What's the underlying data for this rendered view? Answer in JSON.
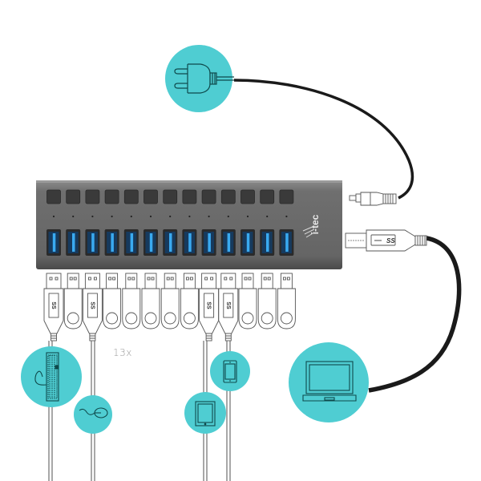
{
  "colors": {
    "teal": "#4fcdd2",
    "teal_stroke": "#0f4a4c",
    "hub_body": "#6b6b6b",
    "hub_body_light": "#8a8a8a",
    "button": "#3b3b3b",
    "port_blue": "#2a8fd6",
    "cable_black": "#1a1a1a",
    "line_gray": "#6e6e6e"
  },
  "hub": {
    "brand": "i-tec",
    "port_count": 13,
    "switch_count": 13
  },
  "annotation": {
    "count_label": "13x"
  },
  "connectors": {
    "usb_b_logo": "SS",
    "usb_a_logo": "SS"
  },
  "devices": [
    {
      "name": "power-adapter",
      "icon": "power-plug-icon"
    },
    {
      "name": "laptop",
      "icon": "laptop-icon"
    },
    {
      "name": "keyboard",
      "icon": "keyboard-icon"
    },
    {
      "name": "mouse",
      "icon": "mouse-icon"
    },
    {
      "name": "tablet",
      "icon": "tablet-icon"
    },
    {
      "name": "smartphone",
      "icon": "smartphone-icon"
    }
  ],
  "plugs": {
    "usb_cables": [
      0,
      2,
      8,
      9
    ],
    "flash_drives": [
      1,
      3,
      4,
      5,
      6,
      7,
      10,
      11,
      12
    ]
  }
}
